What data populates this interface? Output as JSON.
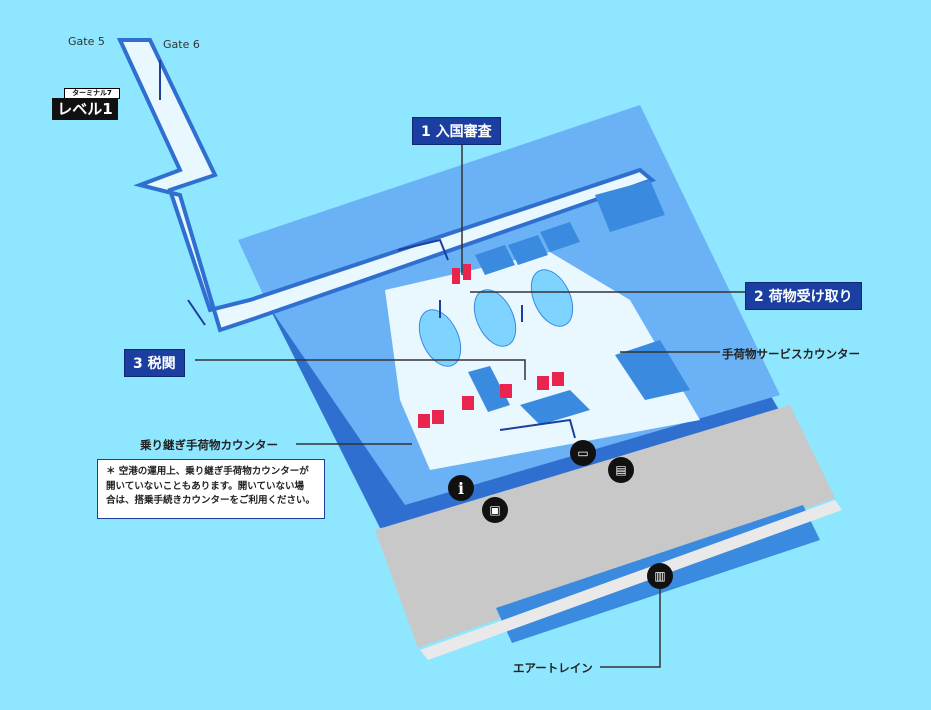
{
  "level": {
    "terminal": "ターミナル7",
    "label": "レベル1"
  },
  "gates": {
    "gate5": "Gate 5",
    "gate6": "Gate 6"
  },
  "areas": {
    "immigration": {
      "num": "1",
      "text": "入国審査"
    },
    "baggage_claim": {
      "num": "2",
      "text": "荷物受け取り"
    },
    "customs": {
      "num": "3",
      "text": "税関"
    }
  },
  "callouts": {
    "baggage_service": "手荷物サービスカウンター",
    "transfer_counter": "乗り継ぎ手荷物カウンター",
    "airtrain": "エアートレイン"
  },
  "note": {
    "lines": [
      "＊ 空港の運用上、乗り継ぎ手荷物カウンターが",
      "開いていないこともあります。開いていない場",
      "合は、搭乗手続きカウンターをご利用ください。"
    ]
  },
  "icons": [
    "information-icon",
    "taxi-icon",
    "bus-icon",
    "hotel-shuttle-icon",
    "airtrain-icon"
  ],
  "colors": {
    "background": "#8fe6ff",
    "building": "#6ab2f5",
    "floor": "#e9f7ff",
    "accent": "#1a3fa0",
    "counter": "#e8244f",
    "road": "#c8c8c8"
  }
}
